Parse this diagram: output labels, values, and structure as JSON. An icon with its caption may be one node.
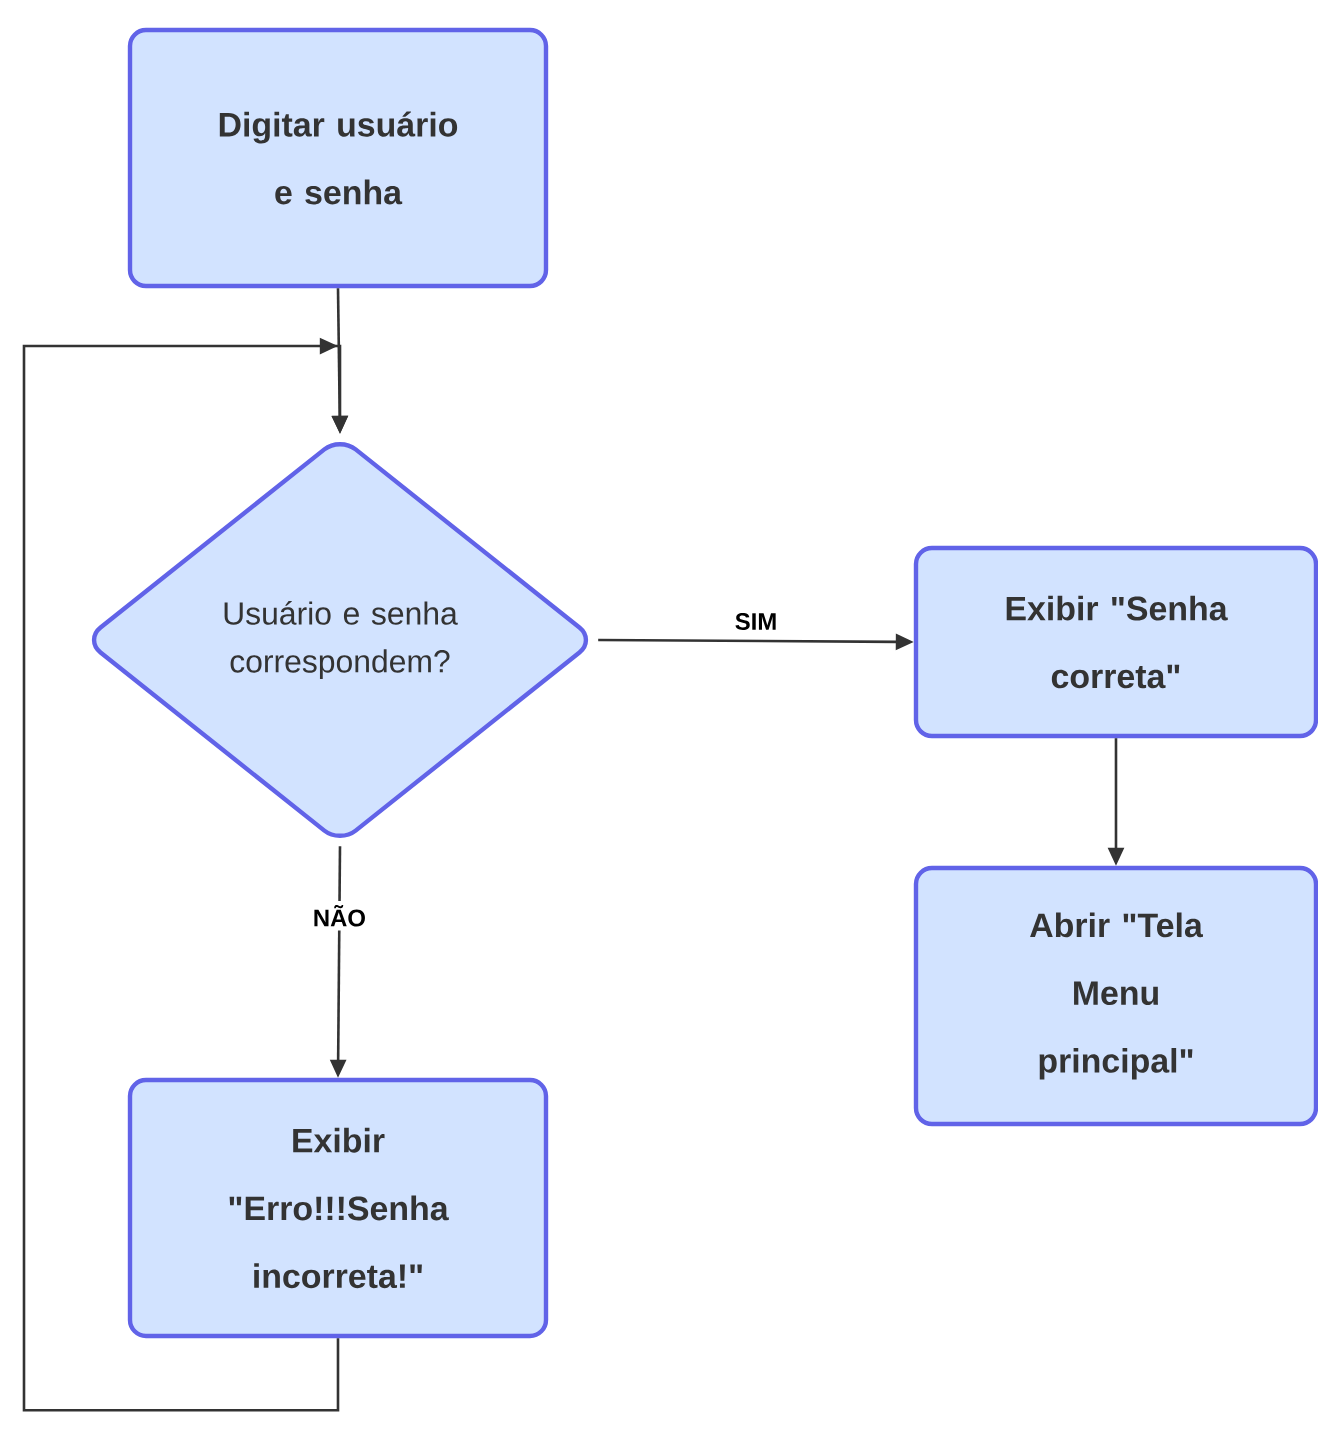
{
  "diagram": {
    "nodes": [
      {
        "text": [
          "Digitar usuário e senha"
        ]
      },
      {
        "text": [
          "Usuário e senha correspondem?"
        ]
      },
      {
        "text": [
          "Exibir \"Senha correta\""
        ]
      },
      {
        "text": [
          "Abrir \"Tela Menu principal\""
        ]
      },
      {
        "text": [
          "Exibir \"Erro!!!Senha incorreta!\""
        ]
      }
    ],
    "edges": [
      {
        "from": 0,
        "to": 1,
        "arrow": "to"
      },
      {
        "from": 1,
        "to": 2,
        "arrow": "to",
        "label": "SIM"
      },
      {
        "from": 2,
        "to": 3,
        "arrow": "to"
      },
      {
        "from": 1,
        "to": 4,
        "arrow": "to",
        "label": "NÃO"
      },
      {
        "from": 4,
        "to": 1,
        "arrow": "to"
      }
    ]
  }
}
